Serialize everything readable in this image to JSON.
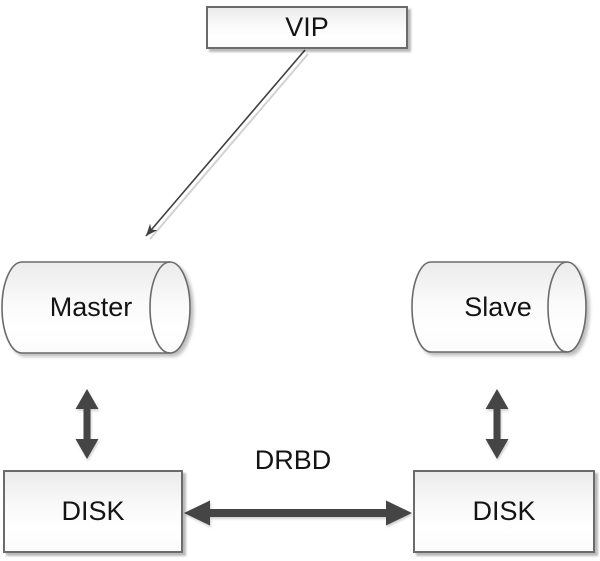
{
  "diagram": {
    "nodes": {
      "vip": {
        "label": "VIP"
      },
      "master": {
        "label": "Master"
      },
      "slave": {
        "label": "Slave"
      },
      "disk_left": {
        "label": "DISK"
      },
      "disk_right": {
        "label": "DISK"
      }
    },
    "edges": {
      "drbd": {
        "label": "DRBD"
      }
    },
    "colors": {
      "thin_arrow": "#3f3f3f",
      "thick_arrow": "#454545",
      "shape_border": "#6b6b6b",
      "text": "#141414",
      "background": "#ffffff"
    }
  }
}
